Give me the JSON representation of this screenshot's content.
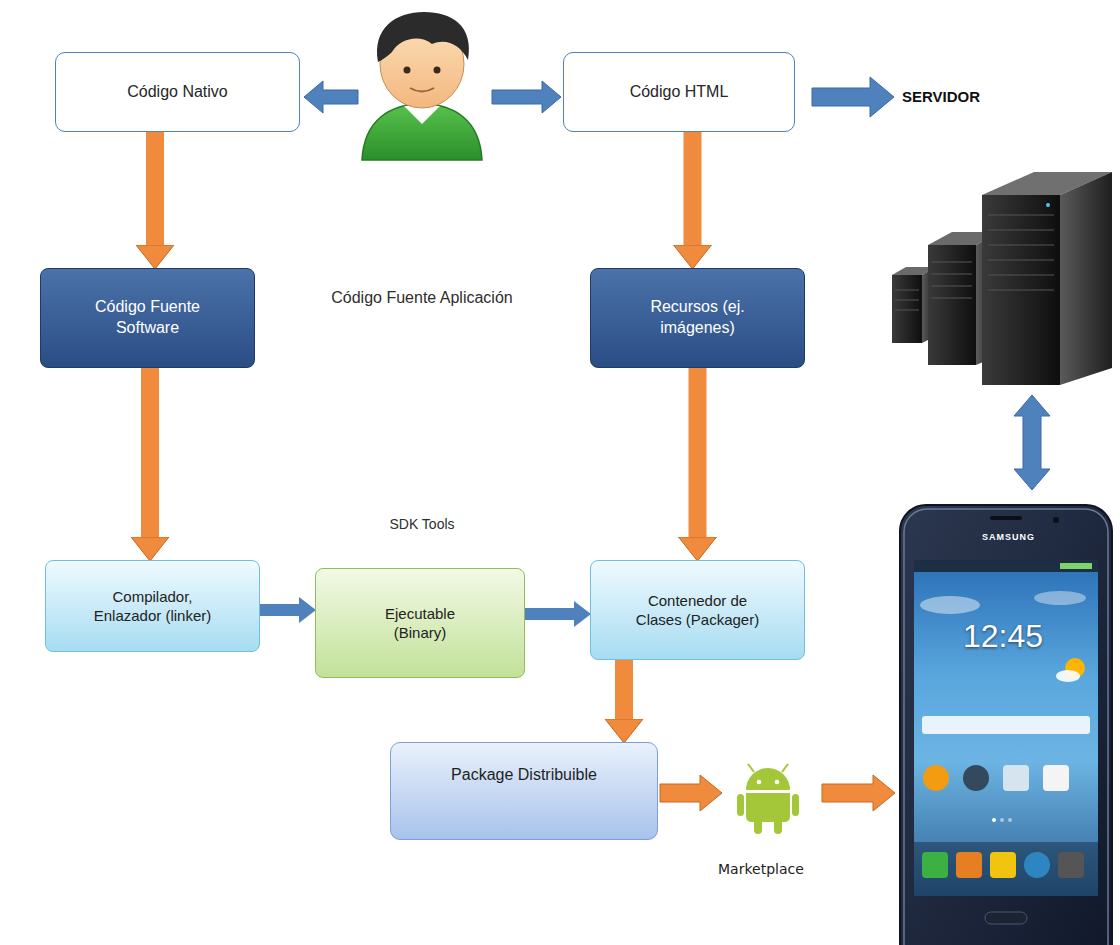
{
  "diagram": {
    "nodes": [
      {
        "text": [
          "Código Nativo"
        ]
      },
      {
        "text": [
          "Código HTML"
        ]
      },
      {
        "text": [
          "Código Fuente Aplicación"
        ]
      },
      {
        "text": [
          "Código Fuente Software"
        ],
        "in": 2
      },
      {
        "text": [
          "Recursos (ej. imágenes)"
        ],
        "in": 2
      },
      {
        "text": [
          "SDK Tools"
        ]
      },
      {
        "text": [
          "Compilador, Enlazador (linker)"
        ],
        "in": 5
      },
      {
        "text": [
          "Ejecutable (Binary)"
        ],
        "in": 5
      },
      {
        "text": [
          "Contenedor de Clases (Packager)"
        ],
        "in": 5
      },
      {
        "text": [
          "Package Distribuible"
        ]
      }
    ],
    "edges": [
      {
        "from": 0,
        "to": 3,
        "arrow": "to"
      },
      {
        "from": 1,
        "to": 4,
        "arrow": "to"
      },
      {
        "from": 3,
        "to": 6,
        "arrow": "to"
      },
      {
        "from": 4,
        "to": 8,
        "arrow": "to"
      },
      {
        "from": 6,
        "to": 7,
        "arrow": "to"
      },
      {
        "from": 7,
        "to": 8,
        "arrow": "to"
      },
      {
        "from": 8,
        "to": 9,
        "arrow": "to"
      }
    ],
    "labels": [
      "SERVIDOR",
      "Marketplace",
      "SAMSUNG",
      "12:45"
    ]
  }
}
